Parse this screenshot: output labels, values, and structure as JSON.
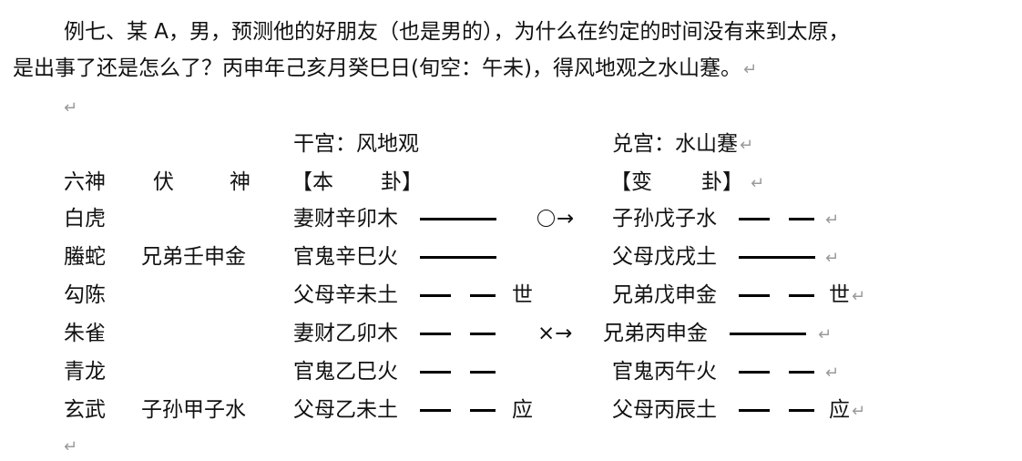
{
  "paragraph": {
    "line1": "例七、某 A，男，预测他的好朋友（也是男的），为什么在约定的时间没有来到太原，",
    "line2": "是出事了还是怎么了？丙申年己亥月癸巳日(旬空：午未)，得风地观之水山蹇。",
    "paragraph_mark": "↵"
  },
  "empty_mark": "↵",
  "palace": {
    "ben": "干宫：风地观",
    "bian": "兑宫：水山蹇"
  },
  "headers": {
    "liushen": "六神",
    "fushen_1": "伏",
    "fushen_2": "神",
    "ben_1": "【本",
    "ben_2": "卦】",
    "bian_1": "【变",
    "bian_2": "卦】"
  },
  "rows": [
    {
      "liushen": "白虎",
      "fushen": "",
      "ben": "妻财辛卯木",
      "ben_yao": "yang",
      "ben_mark": "",
      "change": "○→",
      "bian": "子孙戊子水",
      "bian_yao": "yin",
      "bian_mark": ""
    },
    {
      "liushen": "螣蛇",
      "fushen": "兄弟壬申金",
      "ben": "官鬼辛巳火",
      "ben_yao": "yang",
      "ben_mark": "",
      "change": "",
      "bian": "父母戊戌土",
      "bian_yao": "yang",
      "bian_mark": ""
    },
    {
      "liushen": "勾陈",
      "fushen": "",
      "ben": "父母辛未土",
      "ben_yao": "yin",
      "ben_mark": "世",
      "change": "",
      "bian": "兄弟戊申金",
      "bian_yao": "yin",
      "bian_mark": "世"
    },
    {
      "liushen": "朱雀",
      "fushen": "",
      "ben": "妻财乙卯木",
      "ben_yao": "yin",
      "ben_mark": "",
      "change": "×→",
      "bian": "兄弟丙申金",
      "bian_yao": "yang",
      "bian_mark": ""
    },
    {
      "liushen": "青龙",
      "fushen": "",
      "ben": "官鬼乙巳火",
      "ben_yao": "yin",
      "ben_mark": "",
      "change": "",
      "bian": "官鬼丙午火",
      "bian_yao": "yin",
      "bian_mark": ""
    },
    {
      "liushen": "玄武",
      "fushen": "子孙甲子水",
      "ben": "父母乙未土",
      "ben_yao": "yin",
      "ben_mark": "应",
      "change": "",
      "bian": "父母丙辰土",
      "bian_yao": "yin",
      "bian_mark": "应"
    }
  ],
  "colors": {
    "text": "#111111",
    "paragraph_mark": "#9a9a9a",
    "yao_line": "#000000"
  }
}
